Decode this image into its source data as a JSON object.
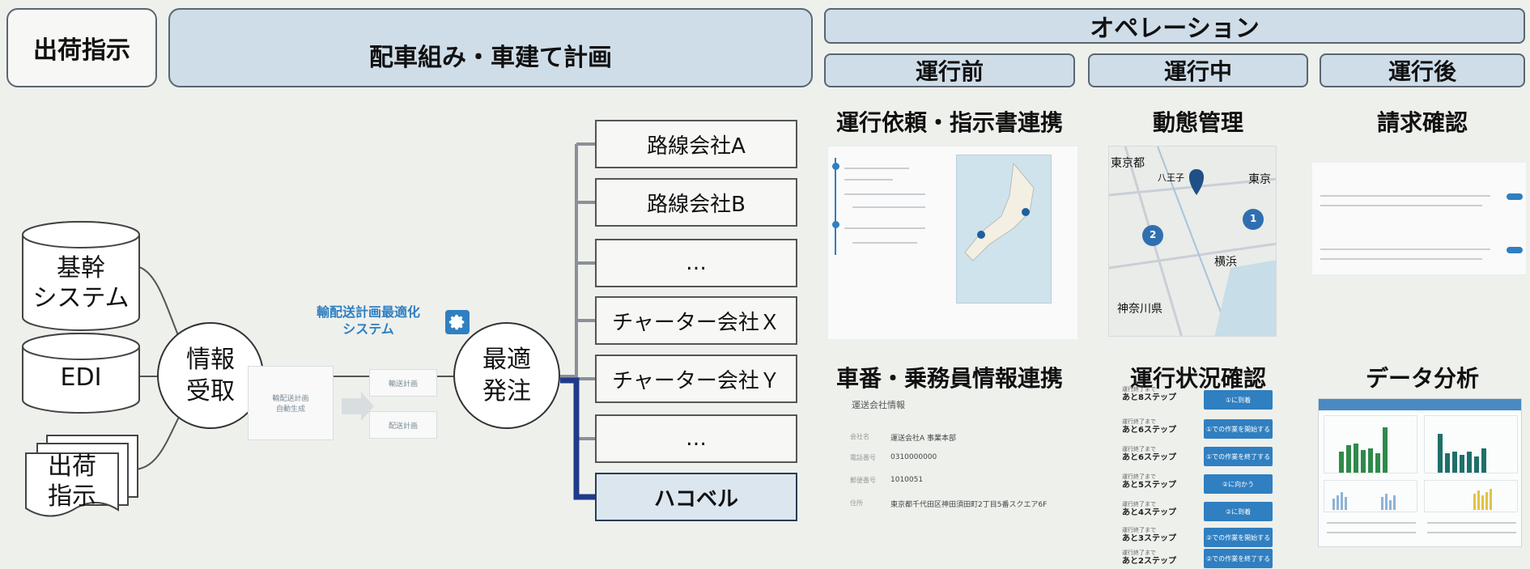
{
  "phases": {
    "shipping": "出荷指示",
    "planning": "配車組み・車建て計画",
    "operation": "オペレーション",
    "before": "運行前",
    "during": "運行中",
    "after": "運行後"
  },
  "sources": {
    "core": "基幹\nシステム",
    "edi": "EDI",
    "shipping_docs": "出荷\n指示"
  },
  "nodes": {
    "info": "情報\n受取",
    "optimal": "最適\n発注"
  },
  "optimizer": {
    "label": "輸配送計画最適化\nシステム",
    "box1": "輸配送計画\n自動生成",
    "box2": "輸送計画",
    "box3": "配送計画"
  },
  "carriers": [
    "路線会社A",
    "路線会社B",
    "…",
    "チャーター会社Ｘ",
    "チャーター会社Ｙ",
    "…",
    "ハコベル"
  ],
  "sections": {
    "request": "運行依頼・指示書連携",
    "tracking": "動態管理",
    "billing": "請求確認",
    "vehicle": "車番・乗務員情報連携",
    "status": "運行状況確認",
    "analysis": "データ分析"
  },
  "map_labels": [
    "東京都",
    "八王子",
    "東京",
    "横浜",
    "神奈川県",
    "1",
    "2"
  ],
  "vehicle_info": {
    "header": "運送会社情報",
    "rows": [
      {
        "label": "会社名",
        "value": "運送会社A 事業本部"
      },
      {
        "label": "電話番号",
        "value": "0310000000"
      },
      {
        "label": "郵便番号",
        "value": "1010051"
      },
      {
        "label": "住所",
        "value": "東京都千代田区神田須田町2丁目5番スクエア6F"
      }
    ]
  },
  "status_steps": [
    {
      "sub": "運行終了まで",
      "text": "あと8ステップ",
      "btn": "①に到着"
    },
    {
      "sub": "運行終了まで",
      "text": "あと6ステップ",
      "btn": "①での作業を開始する"
    },
    {
      "sub": "運行終了まで",
      "text": "あと6ステップ",
      "btn": "①での作業を終了する"
    },
    {
      "sub": "運行終了まで",
      "text": "あと5ステップ",
      "btn": "②に向かう"
    },
    {
      "sub": "運行終了まで",
      "text": "あと4ステップ",
      "btn": "②に到着"
    },
    {
      "sub": "運行終了まで",
      "text": "あと3ステップ",
      "btn": "②での作業を開始する"
    },
    {
      "sub": "運行終了まで",
      "text": "あと2ステップ",
      "btn": "②での作業を終了する"
    }
  ],
  "colors": {
    "phase_blue": "#cfdde8",
    "accent_blue": "#2f7fc1",
    "haco_line": "#1f3a8a",
    "bar_green": "#2e8a4a",
    "bar_teal": "#1f6f6a"
  }
}
